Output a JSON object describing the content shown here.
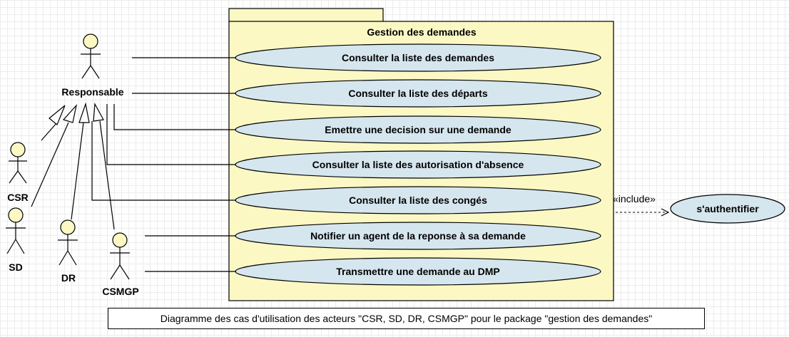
{
  "package": {
    "title": "Gestion des demandes"
  },
  "use_cases": [
    "Consulter la liste des demandes",
    "Consulter la liste des départs",
    "Emettre une decision sur une demande",
    "Consulter la liste des autorisation d'absence",
    "Consulter la liste des congés",
    "Notifier un agent de la reponse à sa demande",
    "Transmettre une demande au DMP"
  ],
  "actors": {
    "responsable": "Responsable",
    "csr": "CSR",
    "sd": "SD",
    "dr": "DR",
    "csmgp": "CSMGP"
  },
  "external_use_case": "s'authentifier",
  "include_label": "«include»",
  "caption": "Diagramme des cas d'utilisation des acteurs \"CSR, SD, DR, CSMGP\" pour le package \"gestion des demandes\"",
  "colors": {
    "package_fill": "#fbf8c4",
    "use_case_fill": "#d6e6ee",
    "actor_head_fill": "#fbf8c4"
  }
}
